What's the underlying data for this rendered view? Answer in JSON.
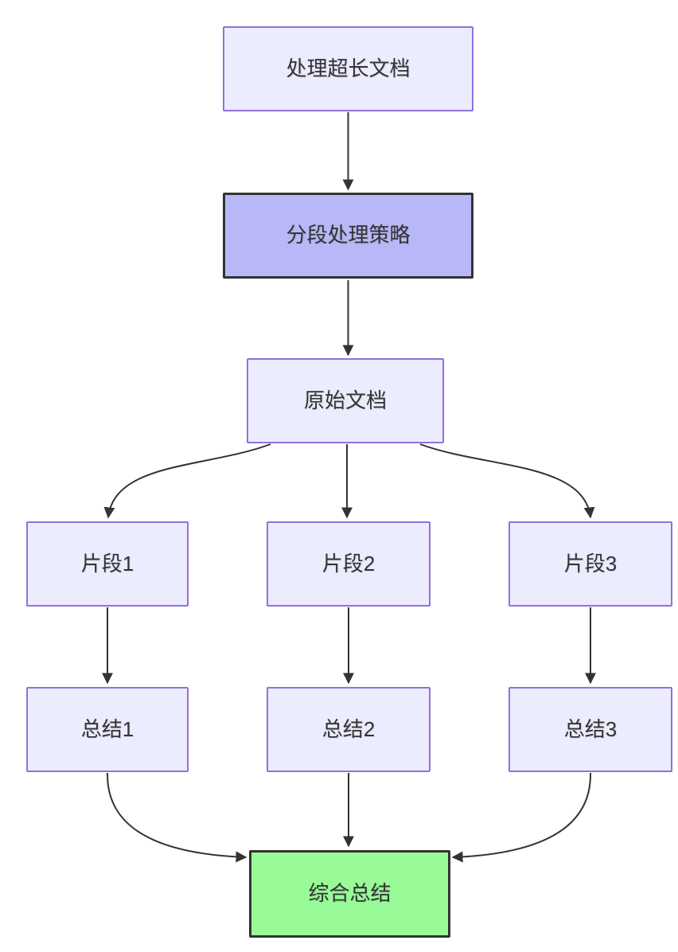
{
  "diagram": {
    "type": "flowchart",
    "direction": "top-down",
    "nodes": [
      {
        "id": "A",
        "label": "处理超长文档",
        "style": "default"
      },
      {
        "id": "B",
        "label": "分段处理策略",
        "style": "highlight"
      },
      {
        "id": "C",
        "label": "原始文档",
        "style": "default"
      },
      {
        "id": "D1",
        "label": "片段1",
        "style": "default"
      },
      {
        "id": "D2",
        "label": "片段2",
        "style": "default"
      },
      {
        "id": "D3",
        "label": "片段3",
        "style": "default"
      },
      {
        "id": "E1",
        "label": "总结1",
        "style": "default"
      },
      {
        "id": "E2",
        "label": "总结2",
        "style": "default"
      },
      {
        "id": "E3",
        "label": "总结3",
        "style": "default"
      },
      {
        "id": "F",
        "label": "综合总结",
        "style": "result"
      }
    ],
    "edges": [
      {
        "from": "A",
        "to": "B"
      },
      {
        "from": "B",
        "to": "C"
      },
      {
        "from": "C",
        "to": "D1"
      },
      {
        "from": "C",
        "to": "D2"
      },
      {
        "from": "C",
        "to": "D3"
      },
      {
        "from": "D1",
        "to": "E1"
      },
      {
        "from": "D2",
        "to": "E2"
      },
      {
        "from": "D3",
        "to": "E3"
      },
      {
        "from": "E1",
        "to": "F"
      },
      {
        "from": "E2",
        "to": "F"
      },
      {
        "from": "E3",
        "to": "F"
      }
    ],
    "colors": {
      "background": "#FFFFFF",
      "node_fill": "#ECECFF",
      "node_border": "#9370DB",
      "highlight_fill": "#B8B8F8",
      "highlight_border": "#333333",
      "result_fill": "#98FB98",
      "result_border": "#333333",
      "edge_color": "#333333",
      "text_color": "#333333"
    }
  }
}
